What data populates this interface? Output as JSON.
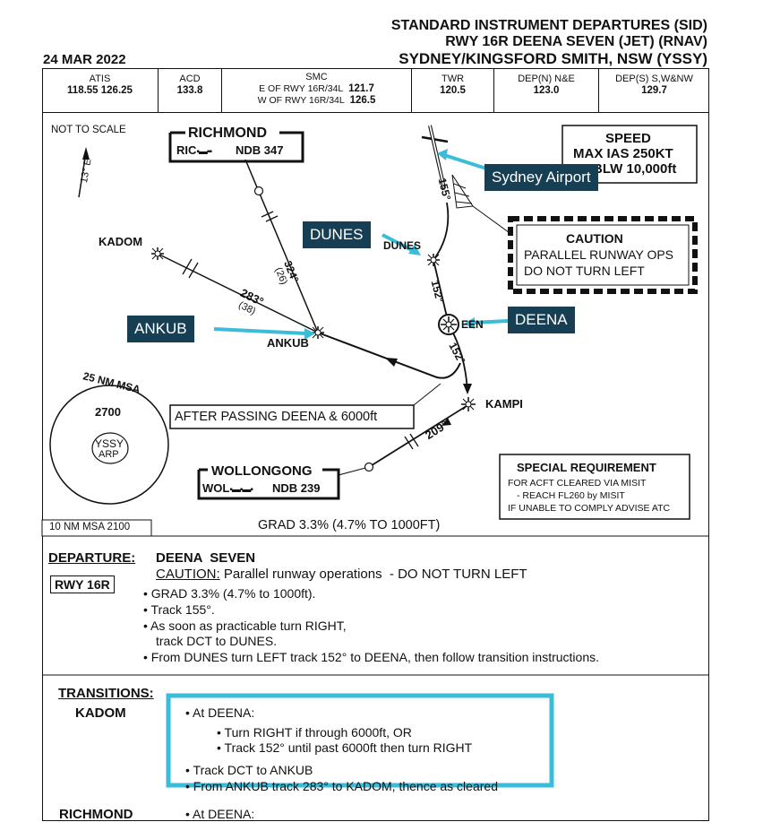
{
  "header": {
    "title": "STANDARD INSTRUMENT DEPARTURES (SID)",
    "subtitle": "RWY 16R DEENA SEVEN (JET) (RNAV)",
    "airport": "SYDNEY/KINGSFORD SMITH, NSW (YSSY)",
    "date": "24 MAR 2022"
  },
  "frequencies": {
    "atis_label": "ATIS",
    "atis_value": "118.55 126.25",
    "acd_label": "ACD",
    "acd_value": "133.8",
    "smc_label": "SMC",
    "smc_line1": "E OF RWY 16R/34L",
    "smc_value1": "121.7",
    "smc_line2": "W OF RWY 16R/34L",
    "smc_value2": "126.5",
    "twr_label": "TWR",
    "twr_value": "120.5",
    "dep_ne_label": "DEP(N) N&E",
    "dep_ne_value": "123.0",
    "dep_sw_label": "DEP(S) S,W&NW",
    "dep_sw_value": "129.7"
  },
  "chart": {
    "not_to_scale": "NOT TO SCALE",
    "magvar": "13° E",
    "richmond_name": "RICHMOND",
    "richmond_ident": "RIC",
    "richmond_ndb": "NDB 347",
    "kadom": "KADOM",
    "ankub": "ANKUB",
    "dunes": "DUNES",
    "kampi": "KAMPI",
    "wollongong_name": "WOLLONGONG",
    "wollongong_ident": "WOL",
    "wollongong_ndb": "NDB 239",
    "track_155": "155°",
    "track_152a": "152°",
    "track_152b": "152°",
    "track_324": "324°",
    "dist_26": "(26)",
    "track_283": "283°",
    "dist_38": "(38)",
    "track_209": "209°",
    "speed_title": "SPEED",
    "speed_line1": "MAX IAS 250KT",
    "speed_line2": "BLW 10,000ft",
    "caution_title": "CAUTION",
    "caution_line1": "PARALLEL RUNWAY OPS",
    "caution_line2": "DO NOT TURN LEFT",
    "msa_title": "25 NM MSA",
    "msa_value": "2700",
    "msa_center1": "YSSY",
    "msa_center2": "ARP",
    "after_passing": "AFTER PASSING DEENA & 6000ft",
    "special_title": "SPECIAL REQUIREMENT",
    "special_line1": "FOR ACFT CLEARED VIA MISIT",
    "special_line2": "- REACH FL260 by MISIT",
    "special_line3": "IF UNABLE TO COMPLY ADVISE ATC",
    "msa10": "10 NM MSA 2100",
    "grad": "GRAD 3.3% (4.7% TO 1000FT)"
  },
  "callouts": {
    "sydney": "Sydney Airport",
    "dunes": "DUNES",
    "deena": "DEENA",
    "ankub": "ANKUB"
  },
  "departure": {
    "label": "DEPARTURE:",
    "name": "DEENA  SEVEN",
    "runway": "RWY 16R",
    "caution_word": "CAUTION:",
    "caution_text": " Parallel runway operations  - DO NOT TURN LEFT",
    "items": [
      "GRAD 3.3% (4.7% to 1000ft).",
      "Track 155°.",
      "As soon as practicable turn RIGHT,",
      "track DCT to DUNES.",
      "From DUNES turn LEFT track 152° to DEENA, then follow transition instructions."
    ]
  },
  "transitions": {
    "label": "TRANSITIONS:",
    "kadom_label": "KADOM",
    "kadom_items": [
      "At DEENA:",
      "Turn RIGHT if through 6000ft, OR",
      "Track 152° until past 6000ft then turn RIGHT",
      "Track DCT to ANKUB",
      "From ANKUB track 283° to KADOM, thence as cleared"
    ],
    "richmond_label": "RICHMOND",
    "richmond_item": "At DEENA:"
  },
  "colors": {
    "highlight": "#3bbcd8",
    "callout_bg": "#173f54"
  }
}
